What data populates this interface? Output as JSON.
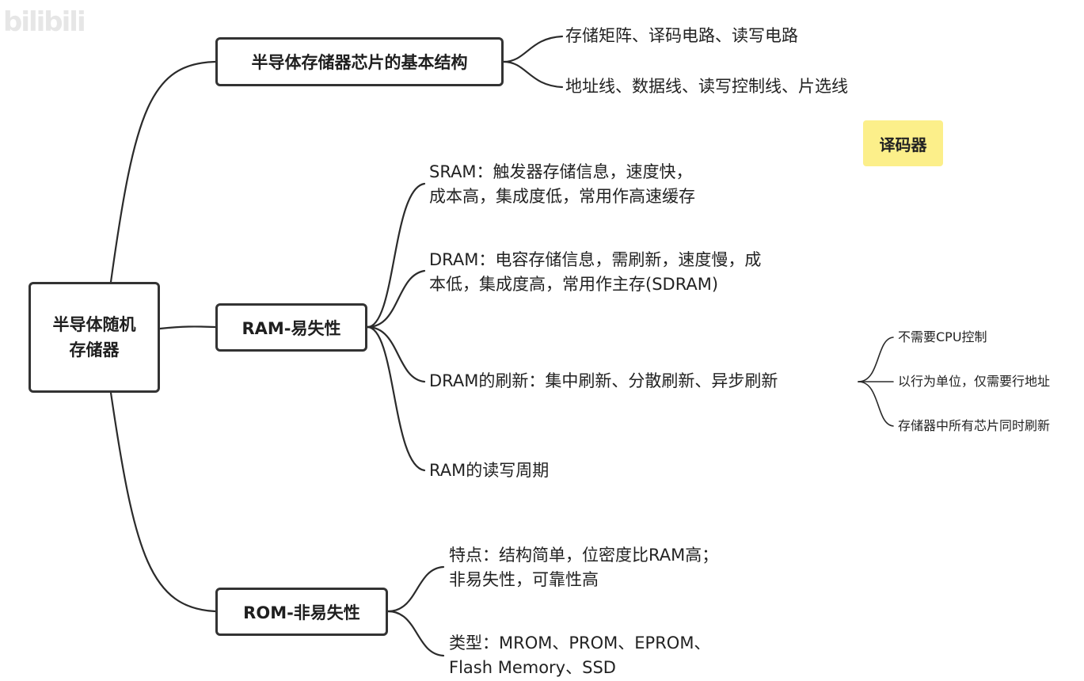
{
  "watermark": "bilibili",
  "root": {
    "label": "半导体随机存储器"
  },
  "branches": {
    "basic": {
      "label": "半导体存储器芯片的基本结构",
      "items": [
        "存储矩阵、译码电路、读写电路",
        "地址线、数据线、读写控制线、片选线"
      ]
    },
    "ram": {
      "label": "RAM-易失性",
      "items": {
        "sram": [
          "SRAM：触发器存储信息，速度快，",
          "成本高，集成度低，常用作高速缓存"
        ],
        "dram": [
          "DRAM：电容存储信息，需刷新，速度慢，成",
          "本低，集成度高，常用作主存(SDRAM)"
        ],
        "refresh": "DRAM的刷新：集中刷新、分散刷新、异步刷新",
        "refresh_notes": [
          "不需要CPU控制",
          "以行为单位，仅需要行地址",
          "存储器中所有芯片同时刷新"
        ],
        "cycle": "RAM的读写周期"
      }
    },
    "rom": {
      "label": "ROM-非易失性",
      "items": {
        "features": [
          "特点：结构简单，位密度比RAM高；",
          "非易失性，可靠性高"
        ],
        "types": [
          "类型：MROM、PROM、EPROM、",
          "Flash Memory、SSD"
        ]
      }
    }
  },
  "sticky_note": {
    "label": "译码器",
    "color": "#fcef8a"
  }
}
